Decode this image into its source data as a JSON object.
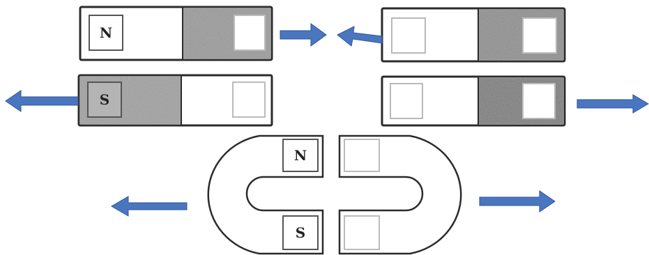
{
  "colors": {
    "arrow": "#4a76c0",
    "arrow_edge": "#2f559b",
    "outline": "#2b2b2b",
    "shade": "#9a9a9a",
    "shade_dark": "#7c7c7c",
    "faint_box": "#b8b8b8",
    "background": "#ffffff"
  },
  "labels": {
    "magnet_top_left_pole": "N",
    "magnet_mid_left_pole": "S",
    "horseshoe_top_pole": "N",
    "horseshoe_bottom_pole": "S"
  },
  "icons": {
    "arrow": "arrow-icon"
  }
}
